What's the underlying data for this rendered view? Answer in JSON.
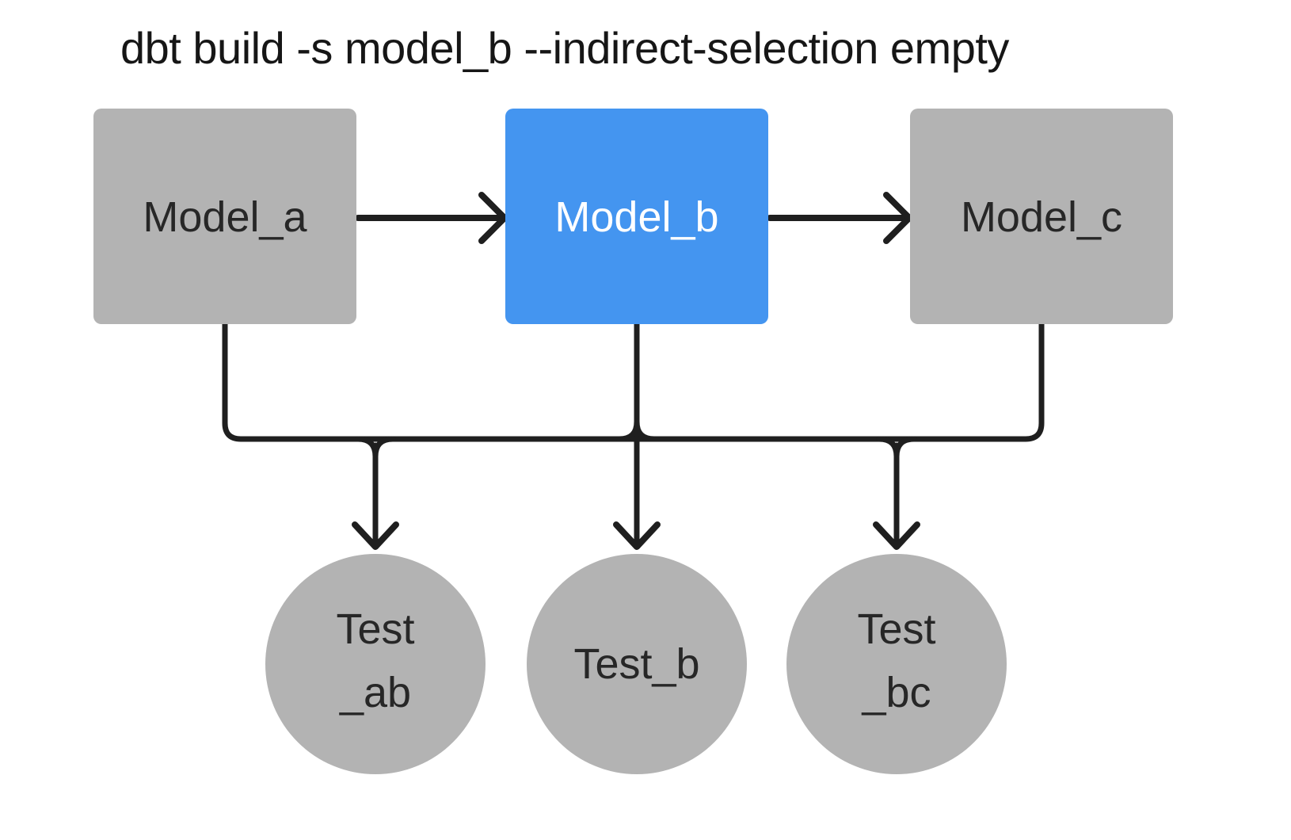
{
  "title": "dbt build -s model_b --indirect-selection empty",
  "colors": {
    "background": "#ffffff",
    "selected_node": "#4495f0",
    "unselected_node": "#b3b3b3",
    "edge": "#1f1f1f",
    "label_dark": "#272727",
    "label_light": "#ffffff",
    "title_text": "#161616"
  },
  "nodes": {
    "model_a": {
      "label": "Model_a",
      "kind": "model",
      "selected": false
    },
    "model_b": {
      "label": "Model_b",
      "kind": "model",
      "selected": true
    },
    "model_c": {
      "label": "Model_c",
      "kind": "model",
      "selected": false
    },
    "test_ab": {
      "label_line1": "Test",
      "label_line2": "_ab",
      "kind": "test",
      "selected": false
    },
    "test_b": {
      "label": "Test_b",
      "kind": "test",
      "selected": false
    },
    "test_bc": {
      "label_line1": "Test",
      "label_line2": "_bc",
      "kind": "test",
      "selected": false
    }
  },
  "edges": [
    {
      "from": "model_a",
      "to": "model_b"
    },
    {
      "from": "model_b",
      "to": "model_c"
    },
    {
      "from": "model_a",
      "to": "test_ab"
    },
    {
      "from": "model_b",
      "to": "test_ab"
    },
    {
      "from": "model_b",
      "to": "test_b"
    },
    {
      "from": "model_b",
      "to": "test_bc"
    },
    {
      "from": "model_c",
      "to": "test_bc"
    }
  ]
}
